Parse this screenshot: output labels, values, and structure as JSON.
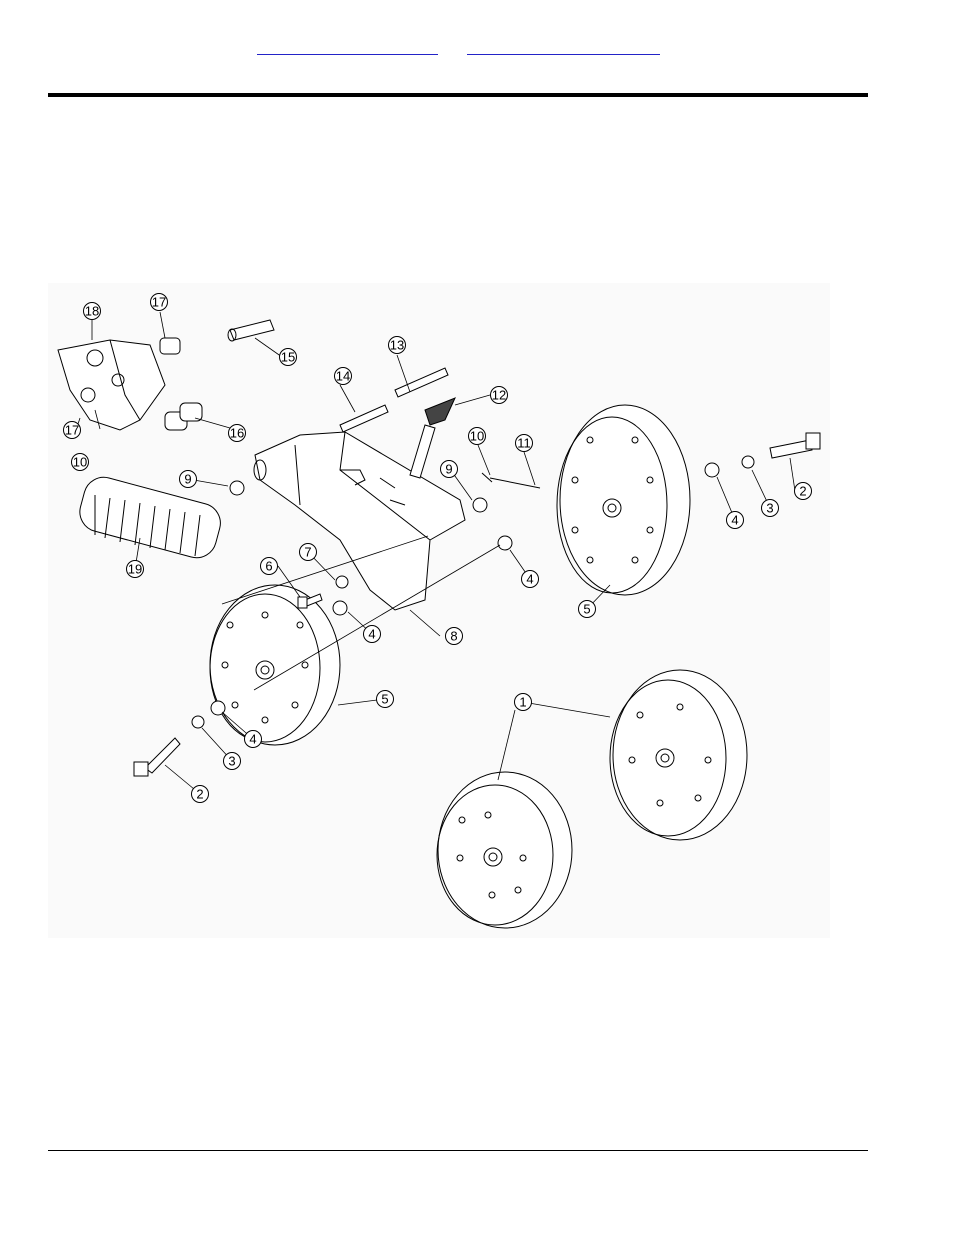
{
  "header": {
    "link_left": "",
    "link_right": ""
  },
  "callouts": {
    "n1": "1",
    "n2": "2",
    "n3": "3",
    "n4": "4",
    "n5": "5",
    "n6": "6",
    "n7": "7",
    "n8": "8",
    "n9": "9",
    "n10": "10",
    "n11": "11",
    "n12": "12",
    "n13": "13",
    "n14": "14",
    "n15": "15",
    "n16": "16",
    "n17": "17",
    "n18": "18",
    "n19": "19"
  }
}
